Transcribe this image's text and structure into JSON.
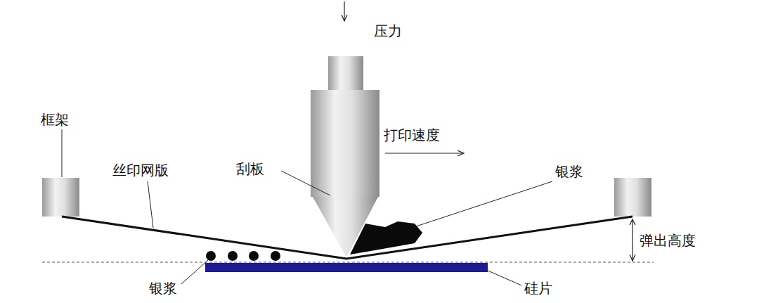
{
  "diagram": {
    "labels": [
      "压力",
      "打印速度",
      "框架",
      "丝印网版",
      "刮板",
      "银浆",
      "弹出高度",
      "银浆",
      "硅片"
    ]
  }
}
